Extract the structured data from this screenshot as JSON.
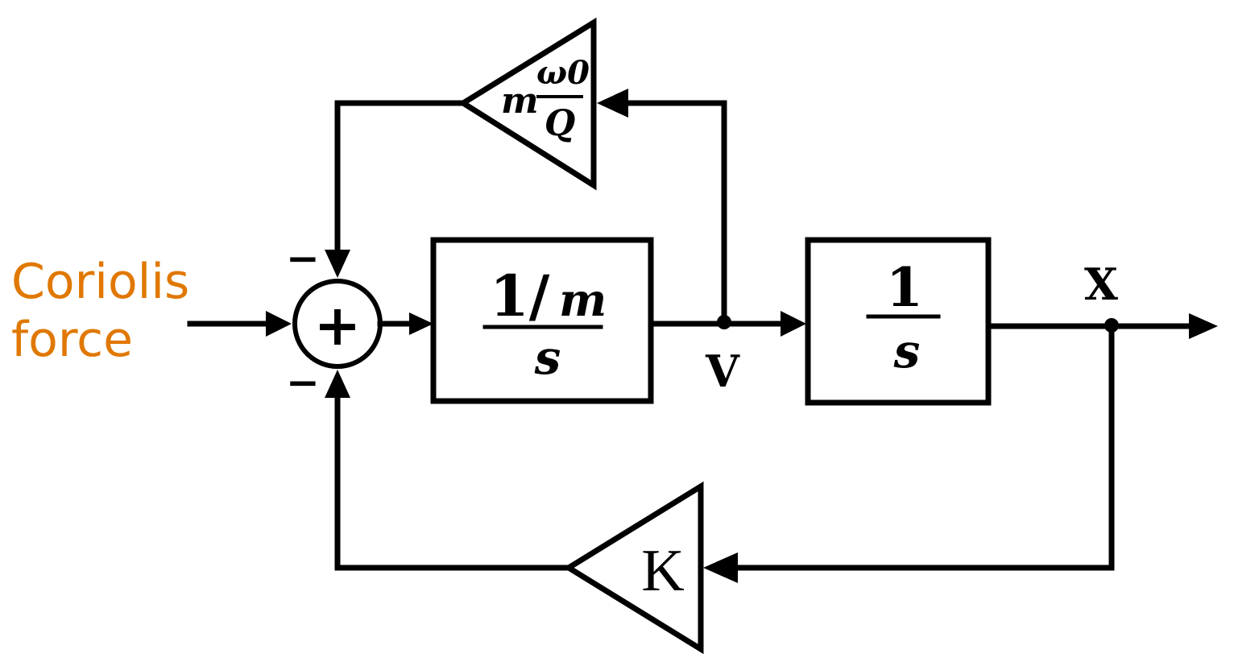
{
  "input": {
    "line1": "Coriolis",
    "line2": "force"
  },
  "summing_junction": {
    "symbol": "+",
    "top_sign": "−",
    "bottom_sign": "−"
  },
  "block_velocity": {
    "numerator": "1/",
    "numerator_var": "m",
    "denominator": "s"
  },
  "block_position": {
    "numerator": "1",
    "denominator": "s"
  },
  "signal_v": "V",
  "signal_x": "X",
  "damping_gain": {
    "prefix": "m",
    "numerator": "ω0",
    "denominator": "Q"
  },
  "stiffness_gain": {
    "label": "K"
  }
}
